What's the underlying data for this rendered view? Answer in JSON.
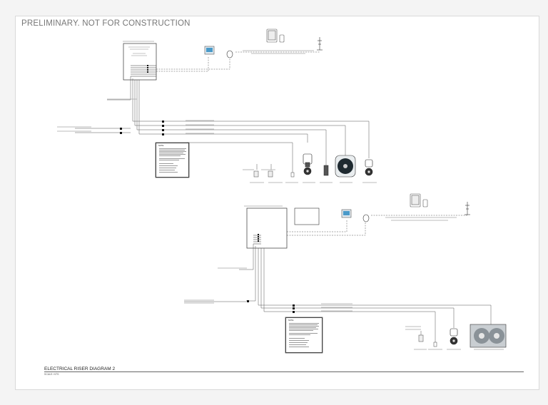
{
  "sheet": {
    "header_text": "PRELIMINARY. NOT FOR CONSTRUCTION",
    "diagram_title": "ELECTRICAL RISER DIAGRAM 2",
    "scale_text": "SCALE: NTS"
  },
  "notes": {
    "note_1_title": "NOTE:",
    "note_2_title": "NOTE:"
  },
  "colors": {
    "line": "#555555",
    "faint": "#9a9a9a",
    "panel_border": "#333333",
    "thermostat_screen": "#4a9ac9",
    "fan_dark": "#1f2a30"
  },
  "icons": [
    "tablet-icon",
    "phone-icon",
    "antenna-icon",
    "thermostat-icon",
    "sensor-icon",
    "fan-coil-icon",
    "hvac-unit-icon",
    "damper-actuator-icon",
    "outdoor-unit-icon"
  ]
}
